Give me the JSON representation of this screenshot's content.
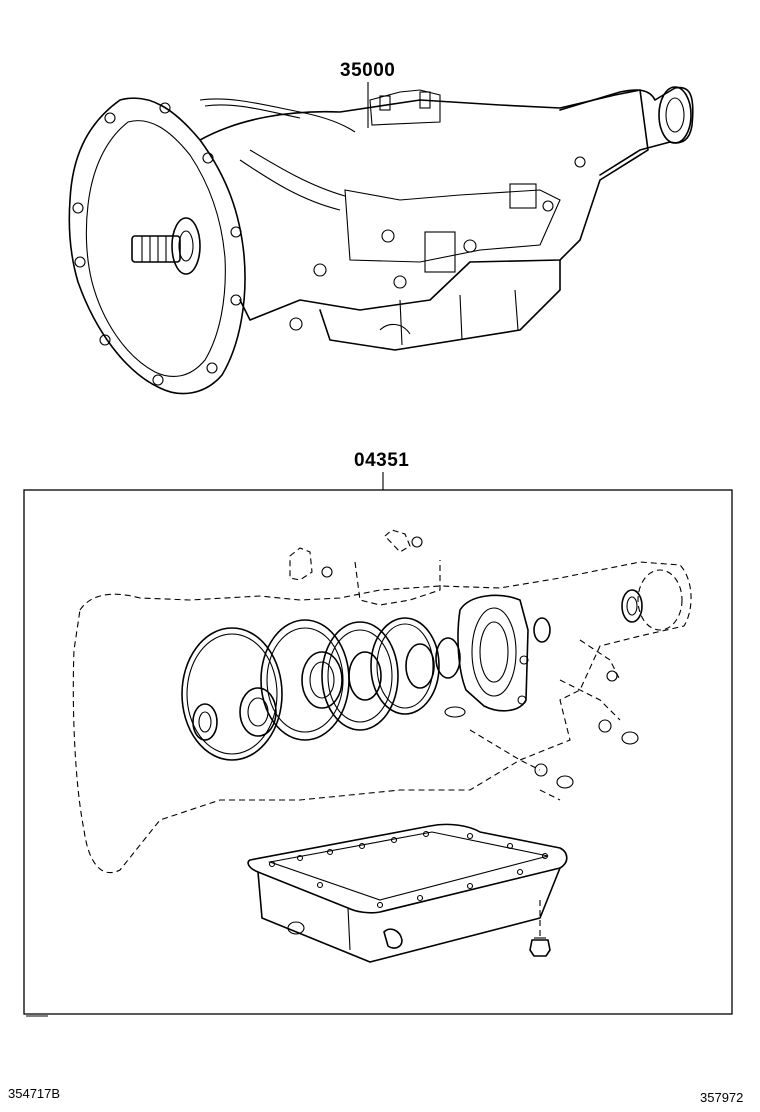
{
  "callouts": {
    "transmission_assy": "35000",
    "overhaul_gasket_kit": "04351"
  },
  "footer": {
    "left_code": "354717B",
    "right_code": "357972"
  }
}
